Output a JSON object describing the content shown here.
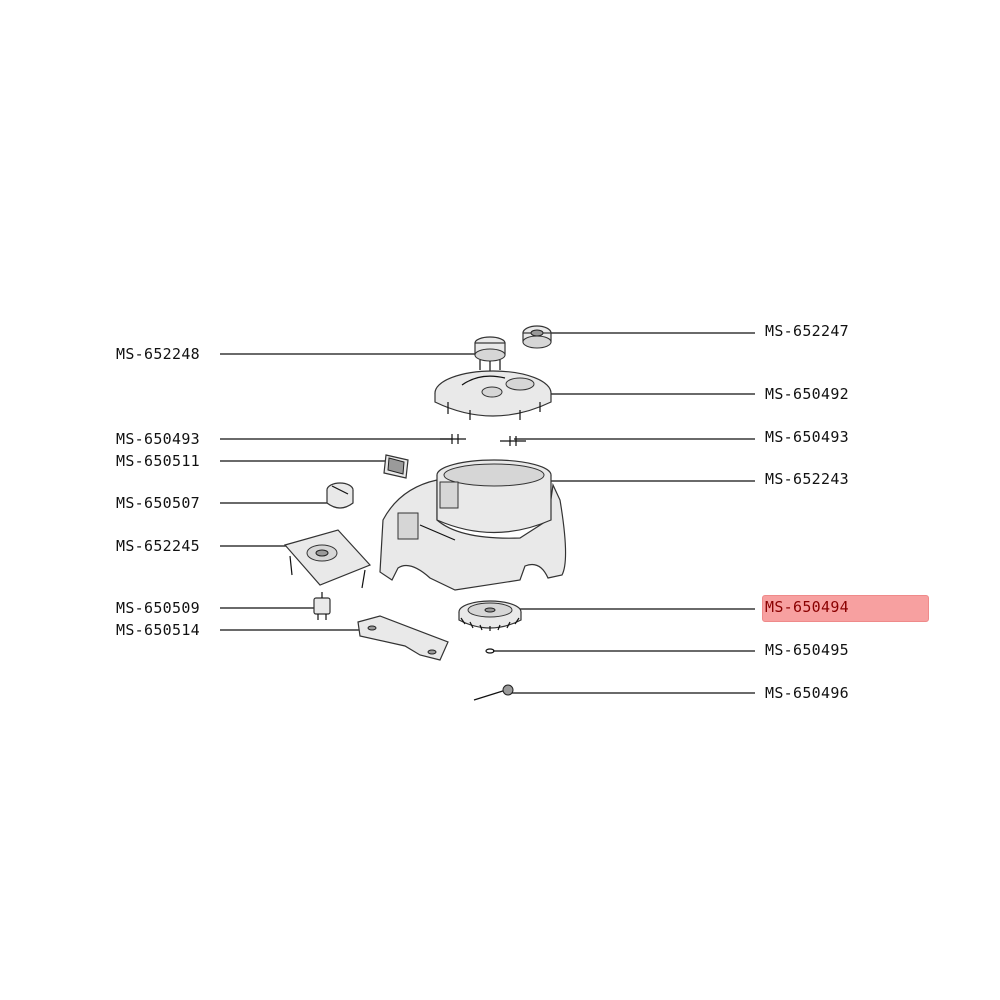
{
  "parts_left": [
    "MS-652248",
    "MS-650493",
    "MS-650511",
    "MS-650507",
    "MS-652245",
    "MS-650509",
    "MS-650514"
  ],
  "parts_right": [
    "MS-652247",
    "MS-650492",
    "MS-650493",
    "MS-652243",
    "MS-650494",
    "MS-650495",
    "MS-650496"
  ],
  "highlighted_part": "MS-650494",
  "highlight_color": "#f7a0a0"
}
